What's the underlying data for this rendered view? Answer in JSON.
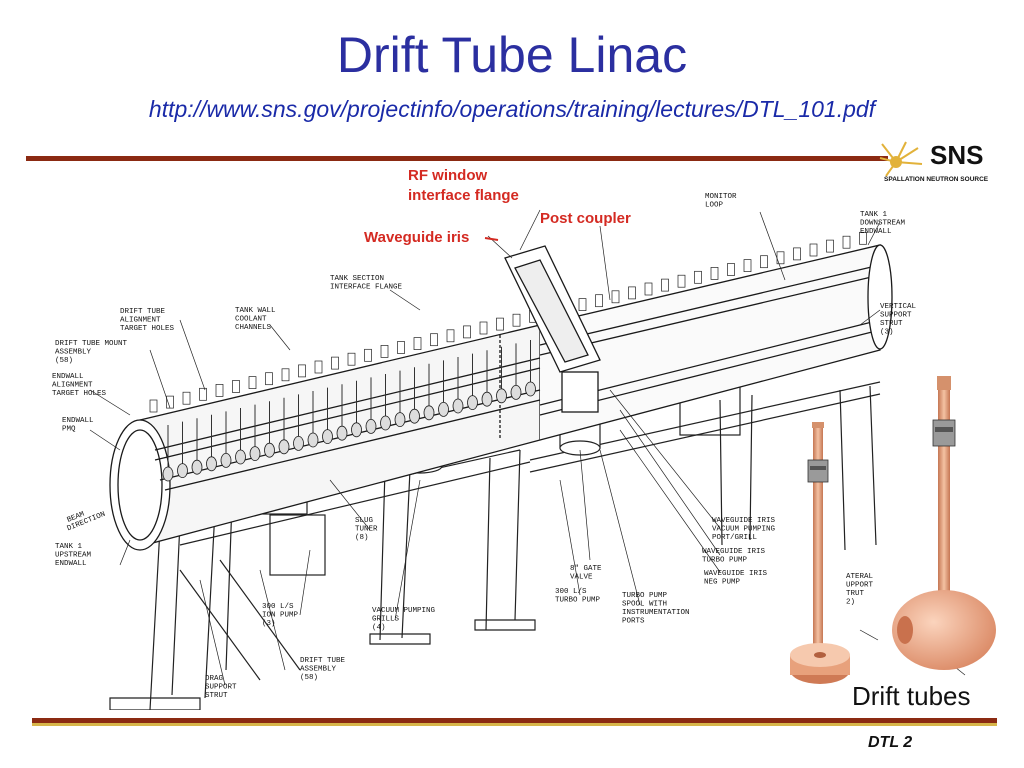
{
  "slide": {
    "title": "Drift Tube Linac",
    "subtitle": "http://www.sns.gov/projectinfo/operations/training/lectures/DTL_101.pdf",
    "footer": "DTL 2"
  },
  "logo": {
    "text": "SNS",
    "small": "SPALLATION NEUTRON SOURCE"
  },
  "colors": {
    "title": "#2b2fa0",
    "rule": "#8b2a12",
    "rule_gold": "#d7b64a",
    "callout": "#d42a22",
    "copper": "#e9a27c"
  },
  "callouts": {
    "rf_window": [
      "RF window",
      "interface flange"
    ],
    "post_coupler": "Post coupler",
    "waveguide_iris": "Waveguide iris",
    "drift_tubes": "Drift tubes"
  },
  "labels": {
    "monitor_loop": [
      "MONITOR",
      "LOOP"
    ],
    "tank1_downstream": [
      "TANK 1",
      "DOWNSTREAM",
      "ENDWALL"
    ],
    "vertical_strut": [
      "VERTICAL",
      "SUPPORT",
      "STRUT",
      "(3)"
    ],
    "tank_section": [
      "TANK SECTION",
      "INTERFACE FLANGE"
    ],
    "tank_wall": [
      "TANK WALL",
      "COOLANT",
      "CHANNELS"
    ],
    "drift_tube_align": [
      "DRIFT TUBE",
      "ALIGNMENT",
      "TARGET HOLES"
    ],
    "drift_tube_mount": [
      "DRIFT TUBE MOUNT",
      "ASSEMBLY",
      "(58)"
    ],
    "endwall_align": [
      "ENDWALL",
      "ALIGNMENT",
      "TARGET HOLES"
    ],
    "endwall_pmq": [
      "ENDWALL",
      "PMQ"
    ],
    "beam_direction": [
      "BEAM",
      "DIRECTION"
    ],
    "tank1_upstream": [
      "TANK 1",
      "UPSTREAM",
      "ENDWALL"
    ],
    "slug_tuner": [
      "SLUG",
      "TUNER",
      "(8)"
    ],
    "ion_pump": [
      "300 L/S",
      "ION PUMP",
      "(3)"
    ],
    "vacuum_grills": [
      "VACUUM PUMPING",
      "GRILLS",
      "(4)"
    ],
    "drift_tube_assembly": [
      "DRIFT TUBE",
      "ASSEMBLY",
      "(58)"
    ],
    "drag_strut": [
      "DRAG",
      "SUPPORT",
      "STRUT"
    ],
    "gate_valve": [
      "8\" GATE",
      "VALVE"
    ],
    "turbo_pump": [
      "300 L/S",
      "TURBO PUMP"
    ],
    "turbo_spool": [
      "TURBO PUMP",
      "SPOOL WITH",
      "INSTRUMENTATION",
      "PORTS"
    ],
    "waveguide_iris_neg": [
      "WAVEGUIDE IRIS",
      "NEG PUMP"
    ],
    "waveguide_iris_turbo": [
      "WAVEGUIDE IRIS",
      "TURBO PUMP"
    ],
    "waveguide_iris_vac": [
      "WAVEGUIDE IRIS",
      "VACUUM PUMPING",
      "PORT/GRILL"
    ],
    "lateral_strut": [
      "ATERAL",
      "UPPORT",
      "TRUT",
      "2)"
    ]
  }
}
